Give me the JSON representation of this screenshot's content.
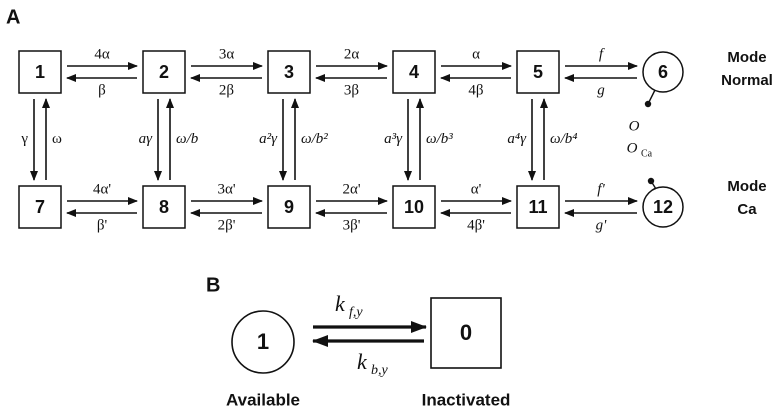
{
  "panelA": {
    "letter": "A",
    "modes": {
      "normal": [
        "Mode",
        "Normal"
      ],
      "ca": [
        "Mode",
        "Ca"
      ]
    },
    "states": [
      {
        "id": "1",
        "shape": "square"
      },
      {
        "id": "2",
        "shape": "square"
      },
      {
        "id": "3",
        "shape": "square"
      },
      {
        "id": "4",
        "shape": "square"
      },
      {
        "id": "5",
        "shape": "square"
      },
      {
        "id": "6",
        "shape": "circle"
      },
      {
        "id": "7",
        "shape": "square"
      },
      {
        "id": "8",
        "shape": "square"
      },
      {
        "id": "9",
        "shape": "square"
      },
      {
        "id": "10",
        "shape": "square"
      },
      {
        "id": "11",
        "shape": "square"
      },
      {
        "id": "12",
        "shape": "circle"
      }
    ],
    "topRates": [
      {
        "forward": "4α",
        "backward": "β"
      },
      {
        "forward": "3α",
        "backward": "2β"
      },
      {
        "forward": "2α",
        "backward": "3β"
      },
      {
        "forward": "α",
        "backward": "4β"
      },
      {
        "forward": "f",
        "backward": "g"
      }
    ],
    "bottomRates": [
      {
        "forward": "4α'",
        "backward": "β'"
      },
      {
        "forward": "3α'",
        "backward": "2β'"
      },
      {
        "forward": "2α'",
        "backward": "3β'"
      },
      {
        "forward": "α'",
        "backward": "4β'"
      },
      {
        "forward": "f'",
        "backward": "g'"
      }
    ],
    "verticalRates": [
      {
        "down": "γ",
        "up": "ω"
      },
      {
        "down": "aγ",
        "up": "ω/b"
      },
      {
        "down": "a²γ",
        "up": "ω/b²"
      },
      {
        "down": "a³γ",
        "up": "ω/b³"
      },
      {
        "down": "a⁴γ",
        "up": "ω/b⁴"
      }
    ],
    "openLabels": {
      "normal": "O",
      "ca": "O",
      "caSubscript": "Ca"
    }
  },
  "panelB": {
    "letter": "B",
    "available": {
      "id": "1",
      "label": "Available"
    },
    "inactivated": {
      "id": "0",
      "label": "Inactivated"
    },
    "forwardRate": {
      "base": "k",
      "subscript": "f,y"
    },
    "backwardRate": {
      "base": "k",
      "subscript": "b,y"
    }
  }
}
